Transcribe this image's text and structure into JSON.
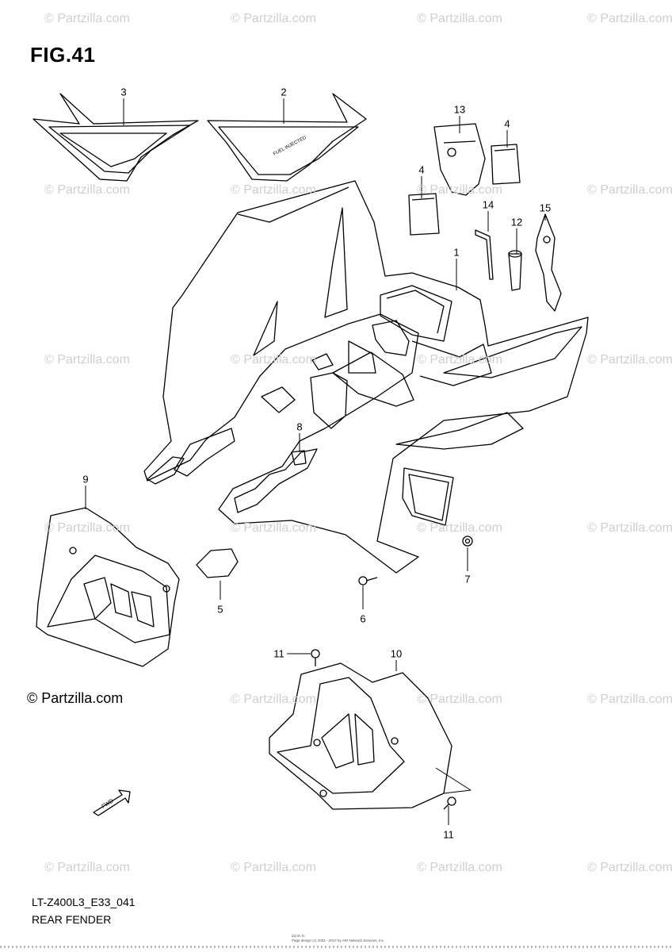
{
  "figure": {
    "title": "FIG.41"
  },
  "watermarks": [
    {
      "text": "© Partzilla.com",
      "row": 0,
      "col": 0
    },
    {
      "text": "© Partzilla.com",
      "row": 0,
      "col": 1
    },
    {
      "text": "© Partzilla.com",
      "row": 0,
      "col": 2
    },
    {
      "text": "© Partzilla.com",
      "row": 0,
      "col": 3
    },
    {
      "text": "© Partzilla.com",
      "row": 1,
      "col": 0
    },
    {
      "text": "© Partzilla.com",
      "row": 1,
      "col": 1
    },
    {
      "text": "© Partzilla.com",
      "row": 1,
      "col": 2
    },
    {
      "text": "© Partzilla.com",
      "row": 1,
      "col": 3
    },
    {
      "text": "© Partzilla.com",
      "row": 2,
      "col": 0
    },
    {
      "text": "© Partzilla.com",
      "row": 2,
      "col": 1
    },
    {
      "text": "© Partzilla.com",
      "row": 2,
      "col": 2
    },
    {
      "text": "© Partzilla.com",
      "row": 2,
      "col": 3
    },
    {
      "text": "© Partzilla.com",
      "row": 3,
      "col": 0
    },
    {
      "text": "© Partzilla.com",
      "row": 3,
      "col": 1
    },
    {
      "text": "© Partzilla.com",
      "row": 3,
      "col": 2
    },
    {
      "text": "© Partzilla.com",
      "row": 3,
      "col": 3
    },
    {
      "text": "© Partzilla.com",
      "row": 4,
      "col": 1
    },
    {
      "text": "© Partzilla.com",
      "row": 4,
      "col": 2
    },
    {
      "text": "© Partzilla.com",
      "row": 4,
      "col": 3
    },
    {
      "text": "© Partzilla.com",
      "row": 5,
      "col": 0
    },
    {
      "text": "© Partzilla.com",
      "row": 5,
      "col": 1
    },
    {
      "text": "© Partzilla.com",
      "row": 5,
      "col": 2
    },
    {
      "text": "© Partzilla.com",
      "row": 5,
      "col": 3
    }
  ],
  "brand_mark": "© Partzilla.com",
  "callouts": {
    "c1": "1",
    "c2": "2",
    "c3": "3",
    "c4a": "4",
    "c4b": "4",
    "c5": "5",
    "c6": "6",
    "c7": "7",
    "c8": "8",
    "c9": "9",
    "c10": "10",
    "c11a": "11",
    "c11b": "11",
    "c12": "12",
    "c13": "13",
    "c14": "14",
    "c15": "15"
  },
  "decal_text": "FUEL INJECTED",
  "fwd_arrow_text": "FWD",
  "diagram_code": "LT-Z400L3_E33_041",
  "diagram_name": "REAR FENDER",
  "footer_lines": [
    "Zoom In",
    "Page design (c) 2001 - 2017 by ARI Network Services, Inc."
  ]
}
